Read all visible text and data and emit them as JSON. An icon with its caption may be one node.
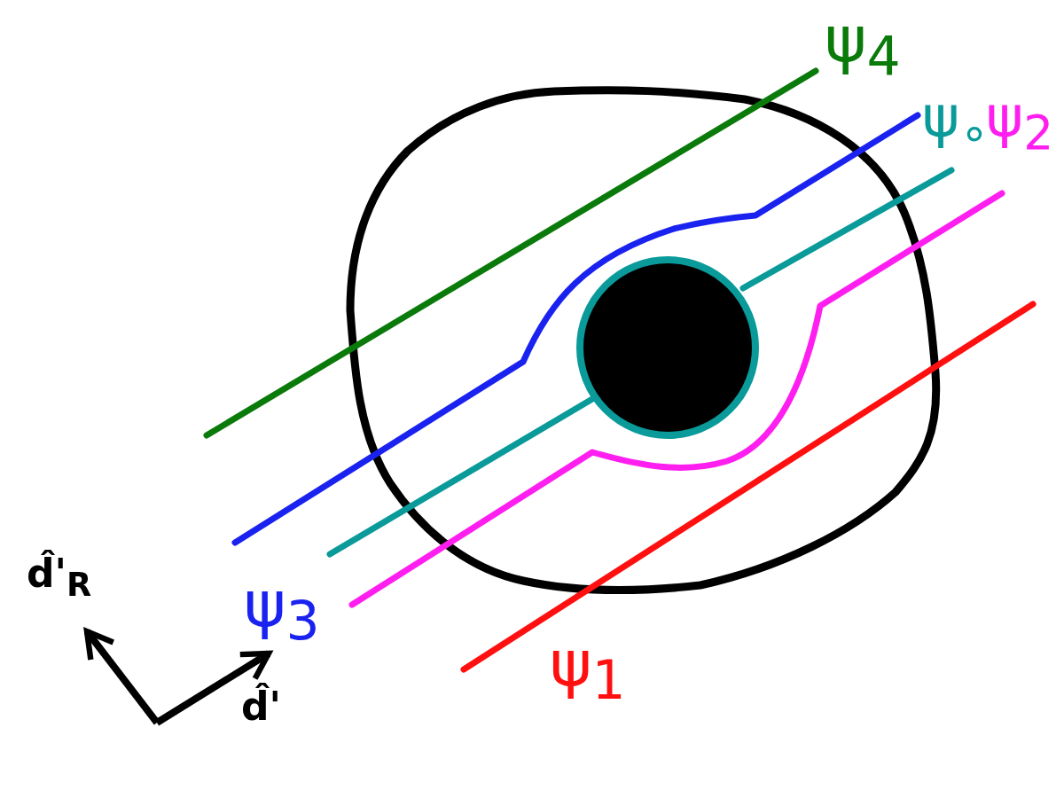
{
  "diagram": {
    "labels": [
      "ψ$_{4}$",
      "ψ$_{∘}$",
      "ψ$_{2}$",
      "d̂'$_{R}$",
      "ψ$_{3}$",
      "ψ$_{1}$",
      "d̂'"
    ]
  }
}
